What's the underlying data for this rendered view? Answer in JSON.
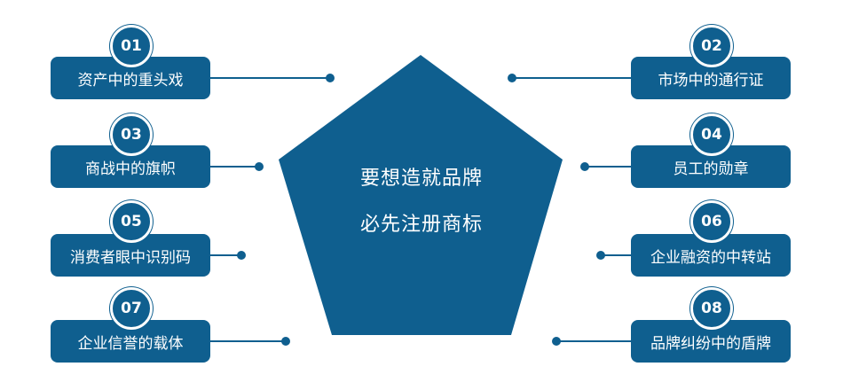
{
  "center": {
    "line1": "要想造就品牌",
    "line2": "必先注册商标"
  },
  "items": [
    {
      "number": "01",
      "label": "资产中的重头戏"
    },
    {
      "number": "02",
      "label": "市场中的通行证"
    },
    {
      "number": "03",
      "label": "商战中的旗帜"
    },
    {
      "number": "04",
      "label": "员工的勋章"
    },
    {
      "number": "05",
      "label": "消费者眼中识别码"
    },
    {
      "number": "06",
      "label": "企业融资的中转站"
    },
    {
      "number": "07",
      "label": "企业信誉的载体"
    },
    {
      "number": "08",
      "label": "品牌纠纷中的盾牌"
    }
  ],
  "colors": {
    "primary": "#0f5f8f",
    "background": "#ffffff",
    "text": "#ffffff"
  }
}
